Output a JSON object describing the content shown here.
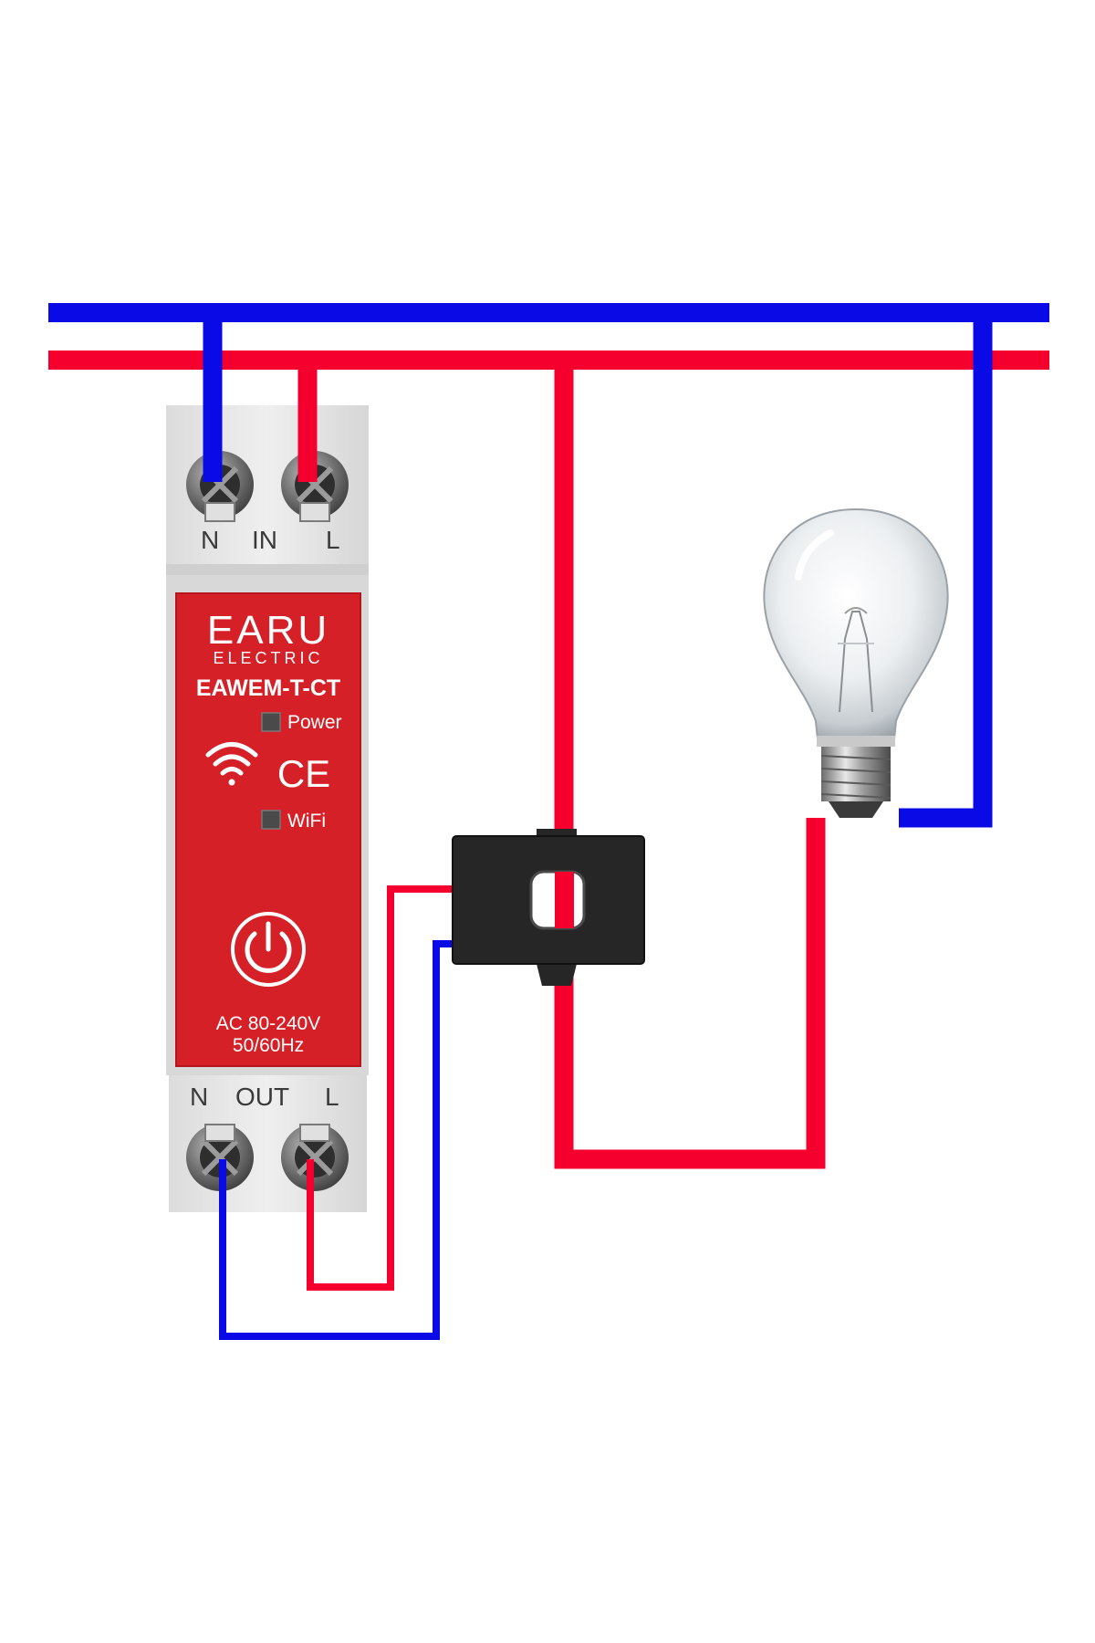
{
  "device": {
    "brand": "EARU",
    "brand_sub": "ELECTRIC",
    "model": "EAWEM-T-CT",
    "power_label": "Power",
    "wifi_label": "WiFi",
    "ce_mark": "CE",
    "rating_voltage": "AC 80-240V",
    "rating_freq": "50/60Hz",
    "top_terminals": {
      "n": "N",
      "in": "IN",
      "l": "L"
    },
    "bottom_terminals": {
      "n": "N",
      "out": "OUT",
      "l": "L"
    }
  },
  "icons": {
    "wifi": "wifi-icon",
    "power": "power-icon",
    "ct_clamp": "current-clamp-icon",
    "bulb": "light-bulb-icon"
  },
  "colors": {
    "neutral": "#0a0ae6",
    "live": "#f5002e",
    "device_red": "#d52027",
    "housing": "#e6e6e6",
    "clamp": "#262626"
  }
}
